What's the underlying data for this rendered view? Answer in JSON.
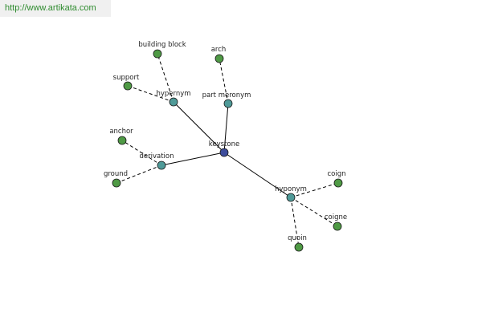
{
  "watermark": {
    "text": "http://www.artikata.com"
  },
  "colors": {
    "center_node": "#3d4d9c",
    "relation_node": "#4f9a98",
    "word_node": "#4f9a45",
    "edge": "#000000"
  },
  "graph": {
    "center": "keystone",
    "relations": [
      {
        "key": "hypernym",
        "label": "hypernym",
        "words": [
          "building block",
          "support"
        ]
      },
      {
        "key": "part-meronym",
        "label": "part meronym",
        "words": [
          "arch"
        ]
      },
      {
        "key": "derivation",
        "label": "derivation",
        "words": [
          "anchor",
          "ground"
        ]
      },
      {
        "key": "hyponym",
        "label": "hyponym",
        "words": [
          "coign",
          "coigne",
          "quoin"
        ]
      }
    ]
  }
}
